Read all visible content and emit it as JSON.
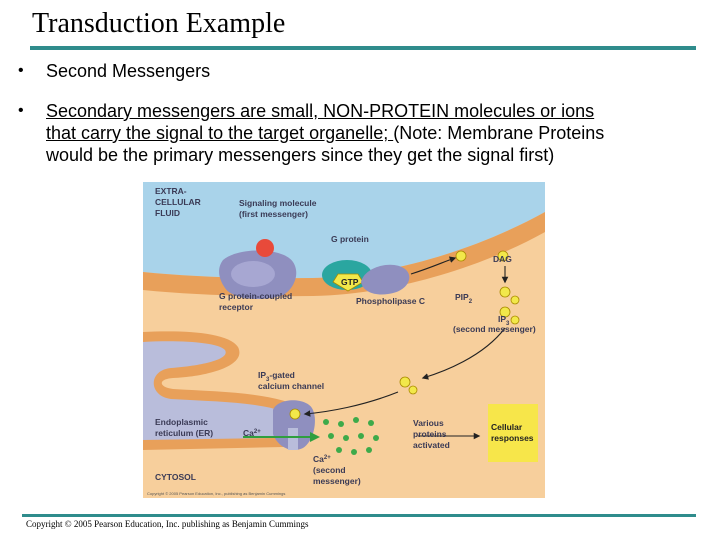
{
  "slide": {
    "title": "Transduction Example",
    "bullets": [
      {
        "text": "Second Messengers"
      },
      {
        "line1_underlined": "Secondary messengers are small, NON-PROTEIN molecules or ions",
        "line2_underlined": "that carry the signal to the target organelle; ",
        "line2_rest": "(Note: Membrane Proteins",
        "line3": "would be the primary messengers since they get the signal first)"
      }
    ],
    "bullet_symbol": "•",
    "copyright": "Copyright © 2005 Pearson Education, Inc. publishing as Benjamin Cummings"
  },
  "diagram": {
    "labels": {
      "extracellular_1": "EXTRA-",
      "extracellular_2": "CELLULAR",
      "extracellular_3": "FLUID",
      "signaling_1": "Signaling molecule",
      "signaling_2": "(first messenger)",
      "g_protein": "G protein",
      "gtp": "GTP",
      "dag": "DAG",
      "receptor_1": "G protein-coupled",
      "receptor_2": "receptor",
      "phospholipase": "Phospholipase C",
      "pip2": "PIP",
      "pip2_sub": "2",
      "ip3": "IP",
      "ip3_sub": "3",
      "ip3_second": "(second messenger)",
      "ip3_gated_1": "IP",
      "ip3_gated_sub": "3",
      "ip3_gated_2": "-gated",
      "calcium_channel": "calcium channel",
      "er_1": "Endoplasmic",
      "er_2": "reticulum (ER)",
      "ca_label": "Ca",
      "ca_sup": "2+",
      "various_1": "Various",
      "various_2": "proteins",
      "various_3": "activated",
      "cellular_1": "Cellular",
      "cellular_2": "responses",
      "ca_second_1": "Ca",
      "ca_second_sup": "2+",
      "ca_second_2": "(second",
      "ca_second_3": "messenger)",
      "cytosol": "CYTOSOL",
      "fig_copyright": "Copyright © 2005 Pearson Education, Inc., publishing as Benjamin Cummings"
    },
    "colors": {
      "extracellular": "#a9d3ea",
      "membrane": "#e8a05a",
      "cytosol": "#f7cf9c",
      "er_lumen": "#b9bddb",
      "receptor": "#8f8fbf",
      "signal_molecule": "#e84a3a",
      "g_protein": "#2aa6a0",
      "response_box": "#f7e64a",
      "ca_ion": "#3daa4a",
      "ip3_molecule": "#f2e84a",
      "arrow_green": "#2f9f3f"
    }
  }
}
